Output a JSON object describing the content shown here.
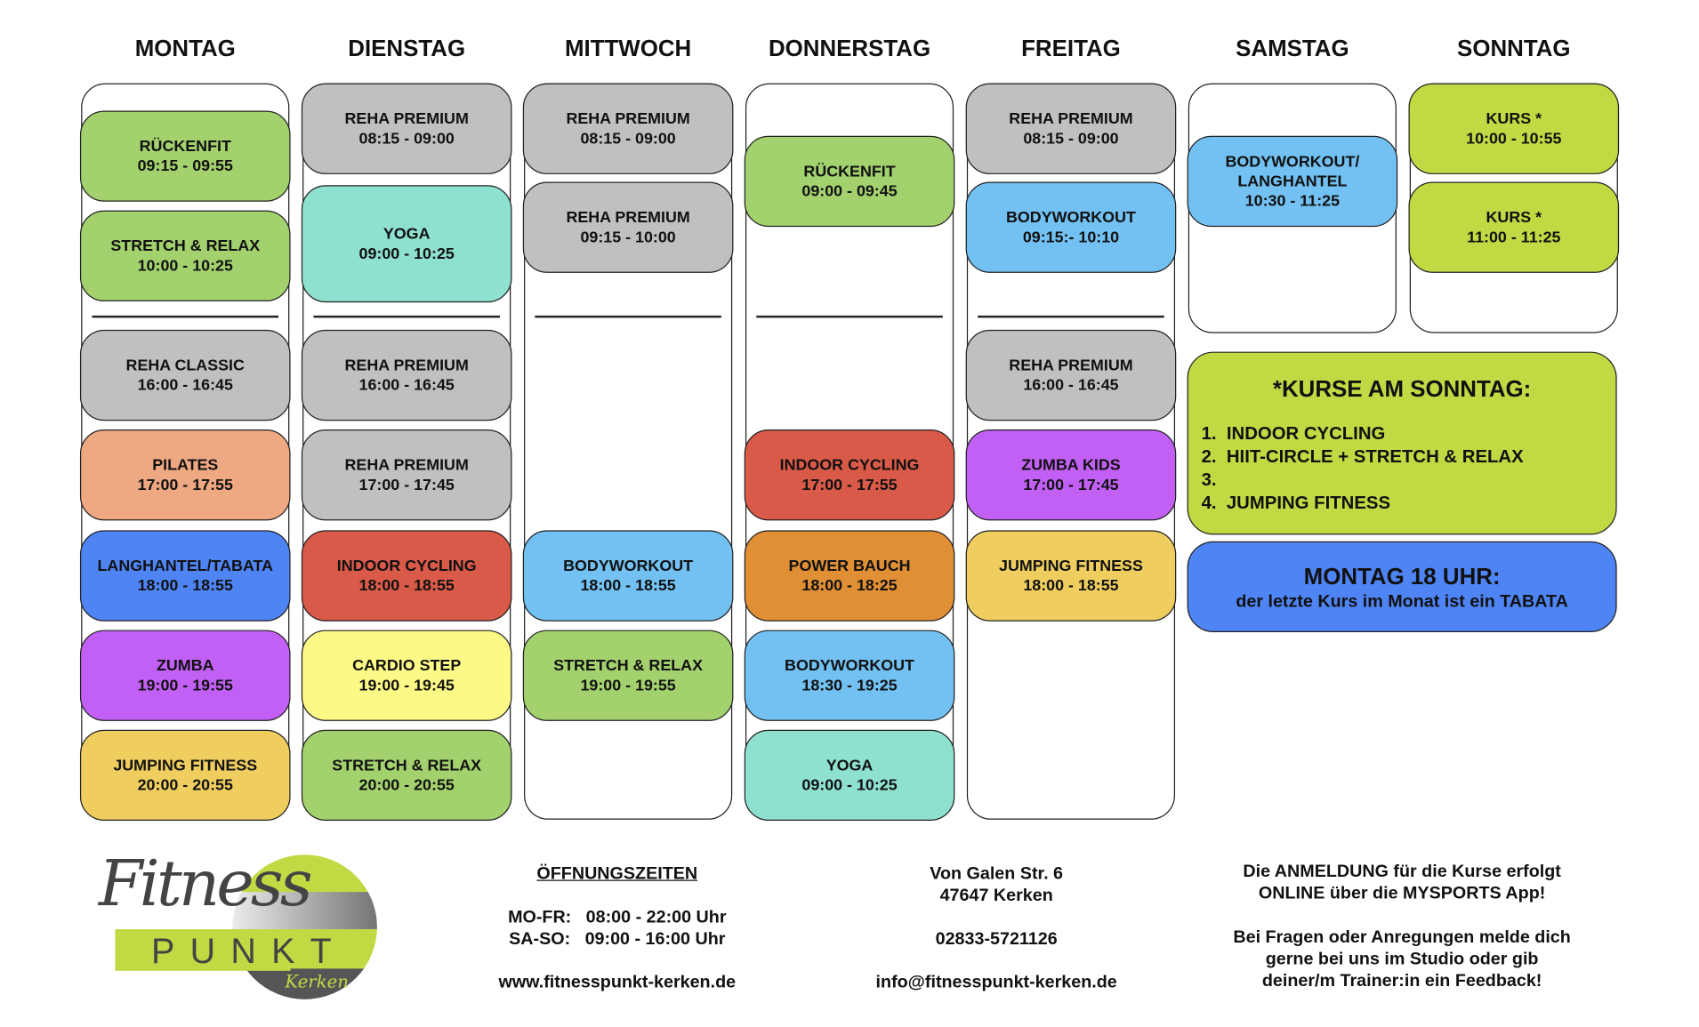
{
  "days": [
    {
      "name": "MONTAG",
      "classes": [
        {
          "name": "RÜCKENFIT",
          "time": "09:15 - 09:55",
          "color": "#a3d16e"
        },
        {
          "name": "STRETCH & RELAX",
          "time": "10:00 - 10:25",
          "color": "#a3d16e"
        },
        {
          "name": "REHA CLASSIC",
          "time": "16:00 - 16:45",
          "color": "#c0c0c0"
        },
        {
          "name": "PILATES",
          "time": "17:00 - 17:55",
          "color": "#eea882"
        },
        {
          "name": "LANGHANTEL/TABATA",
          "time": "18:00 - 18:55",
          "color": "#4f84f5"
        },
        {
          "name": "ZUMBA",
          "time": "19:00 - 19:55",
          "color": "#c260f5"
        },
        {
          "name": "JUMPING FITNESS",
          "time": "20:00 - 20:55",
          "color": "#efce5f"
        }
      ]
    },
    {
      "name": "DIENSTAG",
      "classes": [
        {
          "name": "REHA PREMIUM",
          "time": "08:15 - 09:00",
          "color": "#c0c0c0"
        },
        {
          "name": "YOGA",
          "time": "09:00 - 10:25",
          "color": "#8ee0cf"
        },
        {
          "name": "REHA PREMIUM",
          "time": "16:00 - 16:45",
          "color": "#c0c0c0"
        },
        {
          "name": "REHA PREMIUM",
          "time": "17:00 - 17:45",
          "color": "#c0c0c0"
        },
        {
          "name": "INDOOR CYCLING",
          "time": "18:00 - 18:55",
          "color": "#d95a48"
        },
        {
          "name": "CARDIO STEP",
          "time": "19:00 - 19:45",
          "color": "#fdf986"
        },
        {
          "name": "STRETCH & RELAX",
          "time": "20:00 - 20:55",
          "color": "#a3d16e"
        }
      ]
    },
    {
      "name": "MITTWOCH",
      "classes": [
        {
          "name": "REHA PREMIUM",
          "time": "08:15 - 09:00",
          "color": "#c0c0c0"
        },
        {
          "name": "REHA PREMIUM",
          "time": "09:15 - 10:00",
          "color": "#c0c0c0"
        },
        {
          "name": "BODYWORKOUT",
          "time": "18:00 - 18:55",
          "color": "#72c1f2"
        },
        {
          "name": "STRETCH & RELAX",
          "time": "19:00 - 19:55",
          "color": "#a3d16e"
        }
      ]
    },
    {
      "name": "DONNERSTAG",
      "classes": [
        {
          "name": "RÜCKENFIT",
          "time": "09:00 - 09:45",
          "color": "#a3d16e"
        },
        {
          "name": "INDOOR CYCLING",
          "time": "17:00 - 17:55",
          "color": "#d95a48"
        },
        {
          "name": "POWER BAUCH",
          "time": "18:00 - 18:25",
          "color": "#e08f35"
        },
        {
          "name": "BODYWORKOUT",
          "time": "18:30 - 19:25",
          "color": "#72c1f2"
        },
        {
          "name": "YOGA",
          "time": "09:00 - 10:25",
          "color": "#8ee0cf"
        }
      ]
    },
    {
      "name": "FREITAG",
      "classes": [
        {
          "name": "REHA PREMIUM",
          "time": "08:15 - 09:00",
          "color": "#c0c0c0"
        },
        {
          "name": "BODYWORKOUT",
          "time": "09:15:- 10:10",
          "color": "#72c1f2"
        },
        {
          "name": "REHA PREMIUM",
          "time": "16:00 - 16:45",
          "color": "#c0c0c0"
        },
        {
          "name": "ZUMBA KIDS",
          "time": "17:00 - 17:45",
          "color": "#c260f5"
        },
        {
          "name": "JUMPING FITNESS",
          "time": "18:00 - 18:55",
          "color": "#efce5f"
        }
      ]
    },
    {
      "name": "SAMSTAG",
      "classes": [
        {
          "name": "BODYWORKOUT/ LANGHANTEL",
          "time": "10:30 - 11:25",
          "color": "#72c1f2"
        }
      ]
    },
    {
      "name": "SONNTAG",
      "classes": [
        {
          "name": "KURS *",
          "time": "10:00 - 10:55",
          "color": "#c3d944"
        },
        {
          "name": "KURS *",
          "time": "11:00 - 11:25",
          "color": "#c3d944"
        }
      ]
    }
  ],
  "sunday_info": {
    "title": "*KURSE AM SONNTAG:",
    "items": [
      "1.  INDOOR CYCLING",
      "2.  HIIT-CIRCLE + STRETCH & RELAX",
      "3.",
      "4.  JUMPING FITNESS"
    ],
    "color": "#c3d944"
  },
  "monday_note": {
    "title": "MONTAG 18 UHR:",
    "text": "der letzte Kurs im Monat ist ein TABATA",
    "color": "#4f84f5"
  },
  "logo": {
    "line1": "Fitness",
    "line2": "PUNKT",
    "line3": "Kerken"
  },
  "footer": {
    "hours_title": "ÖFFNUNGSZEITEN",
    "hours": [
      "MO-FR:   08:00 - 22:00 Uhr",
      "SA-SO:   09:00 - 16:00 Uhr"
    ],
    "website": "www.fitnesspunkt-kerken.de",
    "address": [
      "Von Galen Str. 6",
      "47647 Kerken"
    ],
    "phone": "02833-5721126",
    "email": "info@fitnesspunkt-kerken.de",
    "signup": [
      "Die ANMELDUNG für die Kurse erfolgt",
      "ONLINE über die MYSPORTS App!"
    ],
    "feedback": [
      "Bei Fragen oder Anregungen melde dich",
      "gerne bei uns im Studio oder gib",
      "deiner/m Trainer:in ein Feedback!"
    ]
  }
}
